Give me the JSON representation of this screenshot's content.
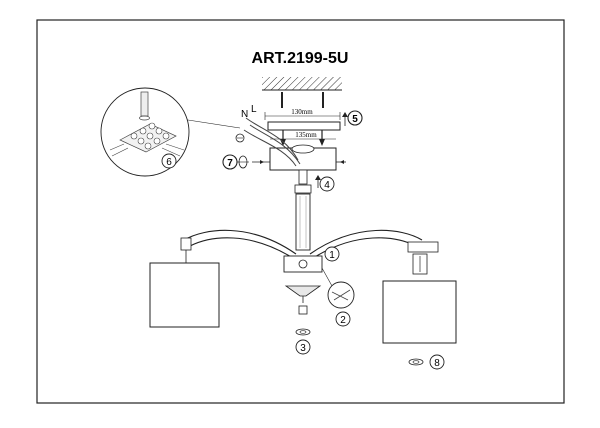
{
  "title": "ART.2199-5U",
  "dimensions": {
    "outer": "130mm",
    "inner": "135mm"
  },
  "wire_labels": {
    "neutral": "N",
    "live": "L"
  },
  "callouts": [
    "1",
    "2",
    "3",
    "4",
    "5",
    "6",
    "7",
    "8"
  ]
}
